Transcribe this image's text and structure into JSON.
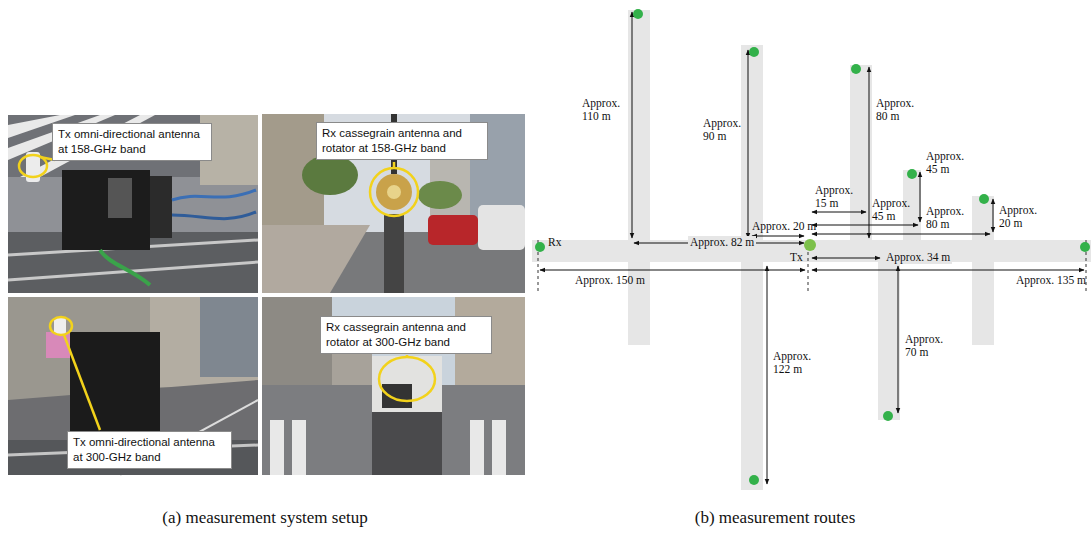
{
  "diagram": {
    "nodes": [
      {
        "text": [
          "Tx omni-directional antenna at 158-GHz band"
        ]
      },
      {
        "text": [
          "Rx cassegrain antenna and rotator at 158-GHz band"
        ]
      },
      {
        "text": [
          "Tx omni-directional antenna at 300-GHz band"
        ]
      },
      {
        "text": [
          "Rx cassegrain antenna and rotator at 300-GHz band"
        ]
      }
    ],
    "labels": [
      "(a) measurement system setup",
      "(b) measurement routes",
      "Rx",
      "Tx",
      "Approx. 110 m",
      "Approx. 90 m",
      "Approx. 80 m",
      "Approx. 45 m",
      "Approx. 20 m",
      "Approx. 15 m",
      "Approx. 45 m",
      "Approx. 80 m",
      "Approx. 20 m",
      "Approx. 82 m",
      "Approx. 150 m",
      "Approx. 34 m",
      "Approx. 135 m",
      "Approx. 122 m",
      "Approx. 70 m"
    ]
  }
}
